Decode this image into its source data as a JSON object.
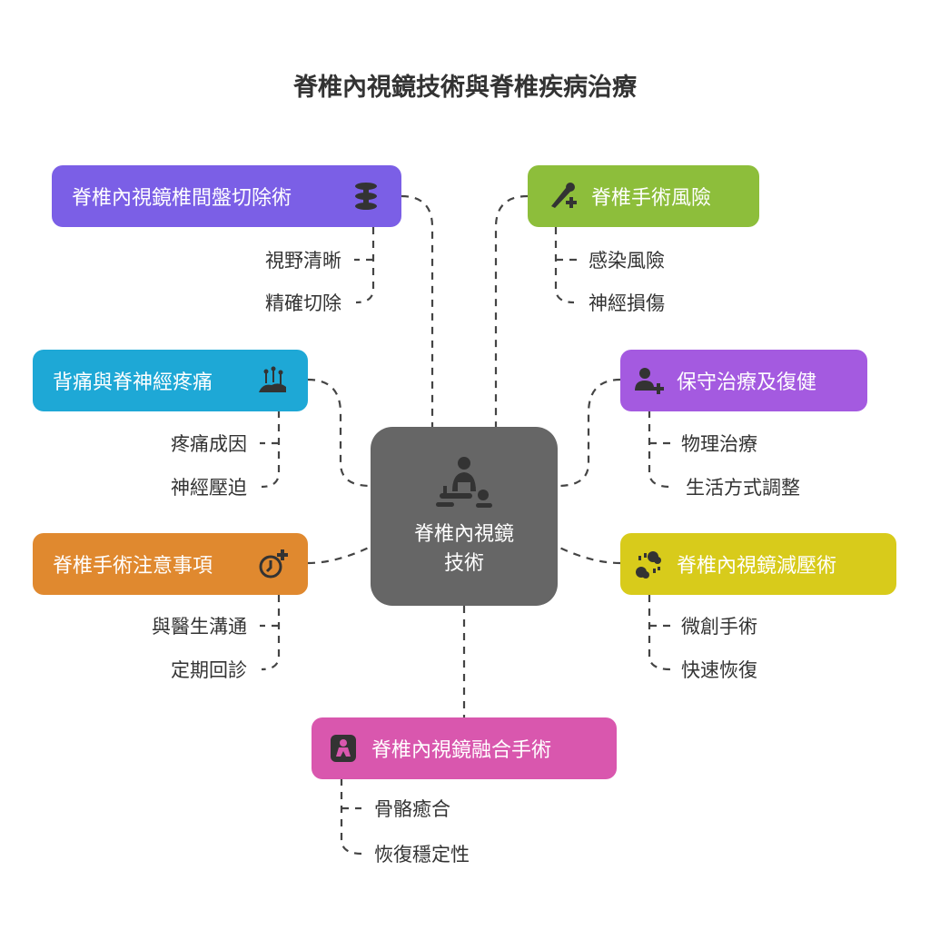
{
  "title": "脊椎內視鏡技術與脊椎疾病治療",
  "center": {
    "line1": "脊椎內視鏡",
    "line2": "技術",
    "icon": "massage-therapy-icon"
  },
  "colors": {
    "center": "#666666",
    "purple": "#7B5FE6",
    "green": "#8DBE3B",
    "blue": "#1EA8D6",
    "violet": "#A45AE0",
    "orange": "#E0892F",
    "yellow": "#D8CB1B",
    "pink": "#D957AE"
  },
  "branches": [
    {
      "label": "脊椎內視鏡椎間盤切除術",
      "icon": "spine-discs-icon",
      "items": [
        "視野清晰",
        "精確切除"
      ]
    },
    {
      "label": "脊椎手術風險",
      "icon": "syringe-plus-icon",
      "items": [
        "感染風險",
        "神經損傷"
      ]
    },
    {
      "label": "背痛與脊神經疼痛",
      "icon": "acupuncture-back-icon",
      "items": [
        "疼痛成因",
        "神經壓迫"
      ]
    },
    {
      "label": "保守治療及復健",
      "icon": "user-plus-icon",
      "items": [
        "物理治療",
        "生活方式調整"
      ]
    },
    {
      "label": "脊椎手術注意事項",
      "icon": "timer-plus-icon",
      "items": [
        "與醫生溝通",
        "定期回診"
      ]
    },
    {
      "label": "脊椎內視鏡減壓術",
      "icon": "burst-pressure-icon",
      "items": [
        "微創手術",
        "快速恢復"
      ]
    },
    {
      "label": "脊椎內視鏡融合手術",
      "icon": "spine-fusion-icon",
      "items": [
        "骨骼癒合",
        "恢復穩定性"
      ]
    }
  ]
}
